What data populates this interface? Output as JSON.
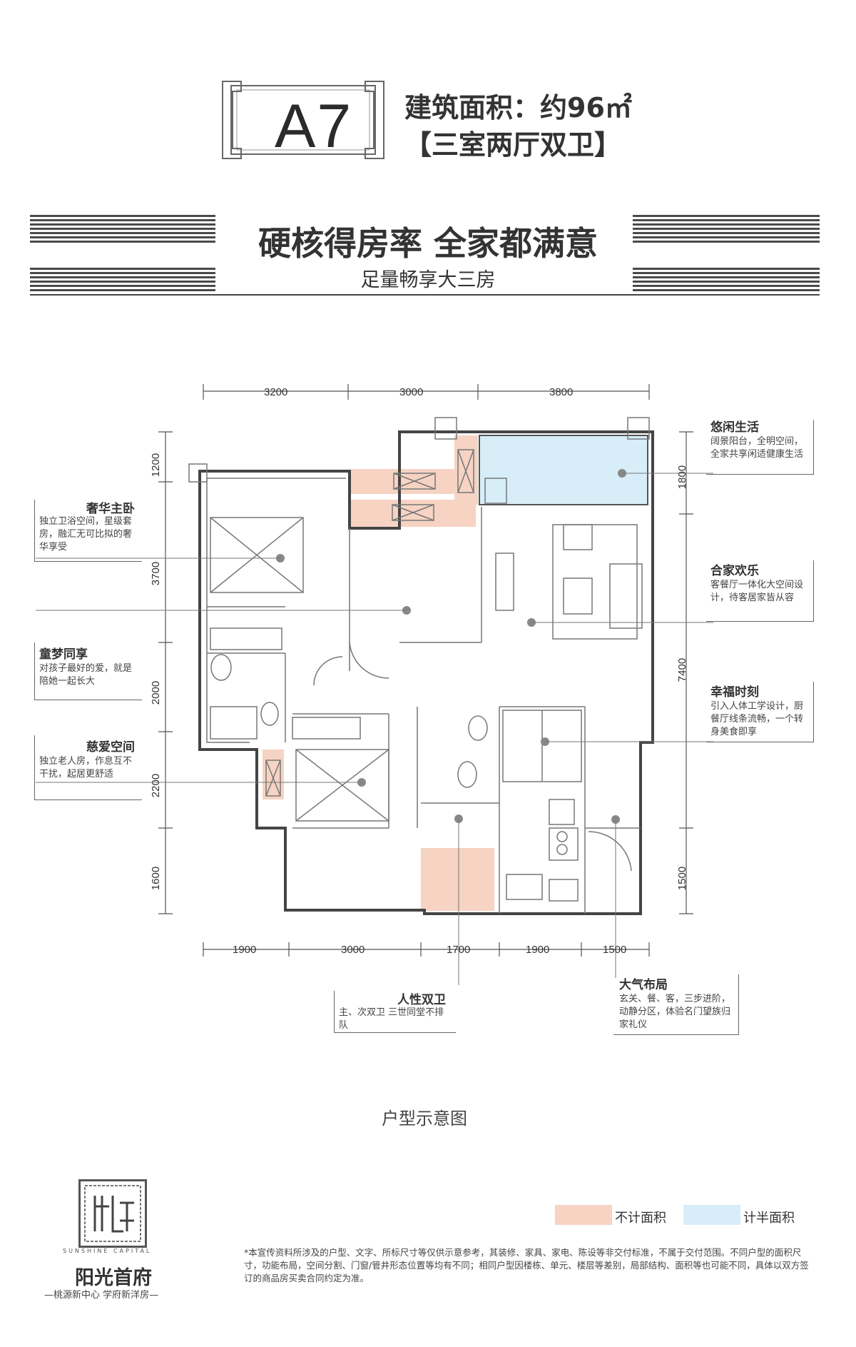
{
  "header": {
    "unit_code": "A7",
    "area_label": "建筑面积：约96㎡",
    "room_type": "【三室两厅双卫】"
  },
  "banner": {
    "slogan": "硬核得房率 全家都满意",
    "sub_slogan": "足量畅享大三房"
  },
  "dimensions": {
    "top": [
      "3200",
      "3000",
      "3800"
    ],
    "bottom": [
      "1900",
      "3000",
      "1700",
      "1900",
      "1500"
    ],
    "left": [
      "1200",
      "3700",
      "2000",
      "2200",
      "1600"
    ],
    "right": [
      "1800",
      "7400",
      "1500"
    ]
  },
  "callouts": {
    "balcony": {
      "title": "悠闲生活",
      "text": "阔景阳台，全明空间，全家共享闲适健康生活"
    },
    "master_bedroom": {
      "title": "奢华主卧",
      "text": "独立卫浴空间，星级套房，融汇无可比拟的奢华享受"
    },
    "living_room": {
      "title": "合家欢乐",
      "text": "客餐厅一体化大空间设计，待客居家皆从容"
    },
    "kids_room": {
      "title": "童梦同享",
      "text": "对孩子最好的爱，就是陪她一起长大"
    },
    "dining": {
      "title": "幸福时刻",
      "text": "引入人体工学设计，厨餐厅线条流畅，一个转身美食即享"
    },
    "elder_room": {
      "title": "慈爱空间",
      "text": "独立老人房，作息互不干扰，起居更舒适"
    },
    "bathrooms": {
      "title": "人性双卫",
      "text": "主、次双卫 三世同堂不排队"
    },
    "layout": {
      "title": "大气布局",
      "text": "玄关、餐、客，三步进阶，动静分区，体验名门望族归家礼仪"
    }
  },
  "caption": "户型示意图",
  "legend": {
    "excluded": {
      "label": "不计面积",
      "color": "#f6d3c2"
    },
    "half": {
      "label": "计半面积",
      "color": "#d7eef8"
    }
  },
  "brand": {
    "name": "阳光首府",
    "english": "SUNSHINE CAPITAL",
    "tagline": "—桃源新中心 学府新洋房—"
  },
  "disclaimer": "*本宣传资料所涉及的户型、文字、所标尺寸等仅供示意参考，其装修、家具、家电、陈设等非交付标准，不属于交付范围。不同户型的面积尺寸，功能布局，空间分割、门窗/管井形态位置等均有不同；相同户型因楼栋、单元、楼层等差别，局部结构、面积等也可能不同，具体以双方签订的商品房买卖合同约定为准。"
}
